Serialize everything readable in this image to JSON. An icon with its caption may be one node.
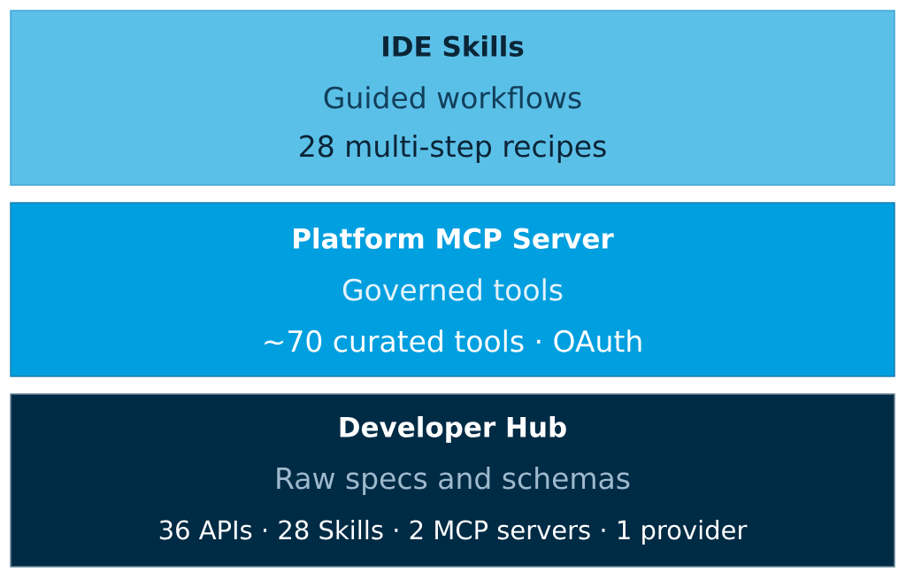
{
  "diagram": {
    "nodes": [
      {
        "text": [
          "IDE Skills",
          "Guided workflows",
          "28 multi-step recipes"
        ]
      },
      {
        "text": [
          "Platform MCP Server",
          "Governed tools",
          "~70 curated tools · OAuth"
        ]
      },
      {
        "text": [
          "Developer Hub",
          "Raw specs and schemas",
          "36 APIs · 28 Skills · 2 MCP servers · 1 provider"
        ]
      }
    ]
  }
}
